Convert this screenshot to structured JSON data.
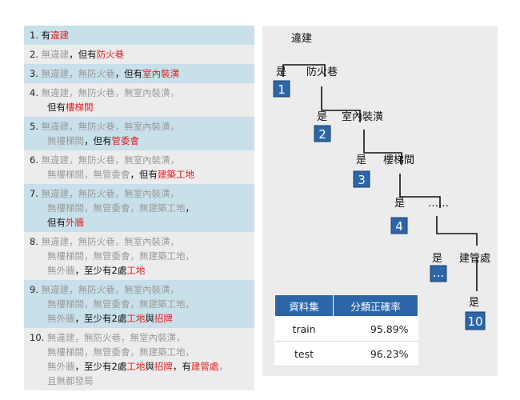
{
  "rules": [
    {
      "num": "1.",
      "lines": [
        [
          {
            "t": "有",
            "c": "k"
          },
          {
            "t": "違建",
            "c": "r"
          }
        ]
      ]
    },
    {
      "num": "2.",
      "lines": [
        [
          {
            "t": "無違建",
            "c": "g"
          },
          {
            "t": "，但有",
            "c": "k"
          },
          {
            "t": "防火巷",
            "c": "r"
          }
        ]
      ]
    },
    {
      "num": "3.",
      "lines": [
        [
          {
            "t": "無違建，無防火巷",
            "c": "g"
          },
          {
            "t": "，但有",
            "c": "k"
          },
          {
            "t": "室內裝潢",
            "c": "r"
          }
        ]
      ]
    },
    {
      "num": "4.",
      "lines": [
        [
          {
            "t": "無違建，無防火巷，無室內裝潢，",
            "c": "g"
          }
        ],
        [
          {
            "t": "但有",
            "c": "k"
          },
          {
            "t": "樓梯間",
            "c": "r"
          }
        ]
      ]
    },
    {
      "num": "5.",
      "lines": [
        [
          {
            "t": "無違建，無防火巷，無室內裝潢，",
            "c": "g"
          }
        ],
        [
          {
            "t": "無樓梯間",
            "c": "g"
          },
          {
            "t": "，但有",
            "c": "k"
          },
          {
            "t": "管委會",
            "c": "r"
          }
        ]
      ]
    },
    {
      "num": "6.",
      "lines": [
        [
          {
            "t": "無違建，無防火巷，無室內裝潢，",
            "c": "g"
          }
        ],
        [
          {
            "t": "無樓梯間，無管委會",
            "c": "g"
          },
          {
            "t": "，但有",
            "c": "k"
          },
          {
            "t": "建築工地",
            "c": "r"
          }
        ]
      ]
    },
    {
      "num": "7.",
      "lines": [
        [
          {
            "t": "無違建，無防火巷，無室內裝潢，",
            "c": "g"
          }
        ],
        [
          {
            "t": "無樓梯間，無管委會，無建築工地",
            "c": "g"
          },
          {
            "t": "，",
            "c": "k"
          }
        ],
        [
          {
            "t": "但有",
            "c": "k"
          },
          {
            "t": "外牆",
            "c": "r"
          }
        ]
      ]
    },
    {
      "num": "8.",
      "lines": [
        [
          {
            "t": "無違建，無防火巷，無室內裝潢，",
            "c": "g"
          }
        ],
        [
          {
            "t": "無樓梯間，無管委會，無建築工地，",
            "c": "g"
          }
        ],
        [
          {
            "t": "無外牆",
            "c": "g"
          },
          {
            "t": "，至少有2處",
            "c": "k"
          },
          {
            "t": "工地",
            "c": "r"
          }
        ]
      ]
    },
    {
      "num": "9.",
      "lines": [
        [
          {
            "t": "無違建，無防火巷，無室內裝潢，",
            "c": "g"
          }
        ],
        [
          {
            "t": "無樓梯間，無管委會，無建築工地，",
            "c": "g"
          }
        ],
        [
          {
            "t": "無外牆",
            "c": "g"
          },
          {
            "t": "，至少有2處",
            "c": "k"
          },
          {
            "t": "工地",
            "c": "r"
          },
          {
            "t": "與",
            "c": "k"
          },
          {
            "t": "招牌",
            "c": "r"
          }
        ]
      ]
    },
    {
      "num": "10.",
      "lines": [
        [
          {
            "t": "無違建，無防火巷，無室內裝潢，",
            "c": "g"
          }
        ],
        [
          {
            "t": "無樓梯間，無管委會，無建築工地，",
            "c": "g"
          }
        ],
        [
          {
            "t": "無外牆",
            "c": "g"
          },
          {
            "t": "，至少有2處",
            "c": "k"
          },
          {
            "t": "工地",
            "c": "r"
          },
          {
            "t": "與",
            "c": "k"
          },
          {
            "t": "招牌",
            "c": "r"
          },
          {
            "t": "，有",
            "c": "k"
          },
          {
            "t": "建管處",
            "c": "r"
          },
          {
            "t": "，",
            "c": "g"
          }
        ],
        [
          {
            "t": "且無都發局",
            "c": "g"
          }
        ]
      ]
    }
  ],
  "tree": {
    "root": "違建",
    "yes_label": "是",
    "nodes": [
      "防火巷",
      "室內裝潢",
      "樓梯間",
      "……",
      "建管處"
    ],
    "leaves": [
      "1",
      "2",
      "3",
      "4",
      "...",
      "10"
    ]
  },
  "table": {
    "headers": [
      "資料集",
      "分類正確率"
    ],
    "rows": [
      {
        "dataset": "train",
        "accuracy": "95.89%"
      },
      {
        "dataset": "test",
        "accuracy": "96.23%"
      }
    ]
  },
  "colors": {
    "highlight_red": "#e02020",
    "muted_gray": "#9a9a9a",
    "box_blue": "#2c66a8",
    "row_blue": "#c7e0ea",
    "row_gray": "#ececec"
  }
}
